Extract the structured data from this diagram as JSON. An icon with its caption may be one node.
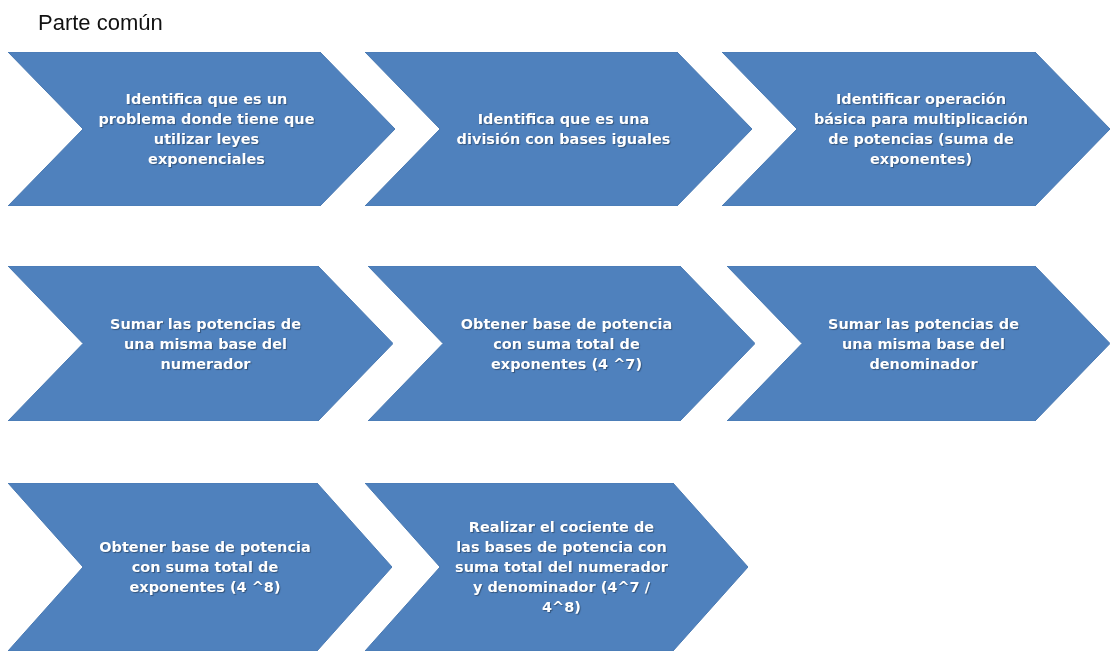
{
  "diagram": {
    "title": "Parte común",
    "nodes": [
      {
        "text": [
          "Identifica que es un problema donde tiene que utilizar leyes exponenciales"
        ]
      },
      {
        "text": [
          "Identifica que es una división con bases iguales"
        ]
      },
      {
        "text": [
          "Identificar operación básica para multiplicación de potencias (suma de exponentes)"
        ]
      },
      {
        "text": [
          "Sumar las potencias de una misma base del numerador"
        ]
      },
      {
        "text": [
          "Obtener base de potencia con suma total de exponentes (4 ^7)"
        ]
      },
      {
        "text": [
          "Sumar las potencias de una misma base del denominador"
        ]
      },
      {
        "text": [
          "Obtener base de potencia con suma total de exponentes (4 ^8)"
        ]
      },
      {
        "text": [
          "Realizar el cociente de las bases de potencia con suma total del numerador y denominador (4^7 / 4^8)"
        ]
      }
    ]
  }
}
